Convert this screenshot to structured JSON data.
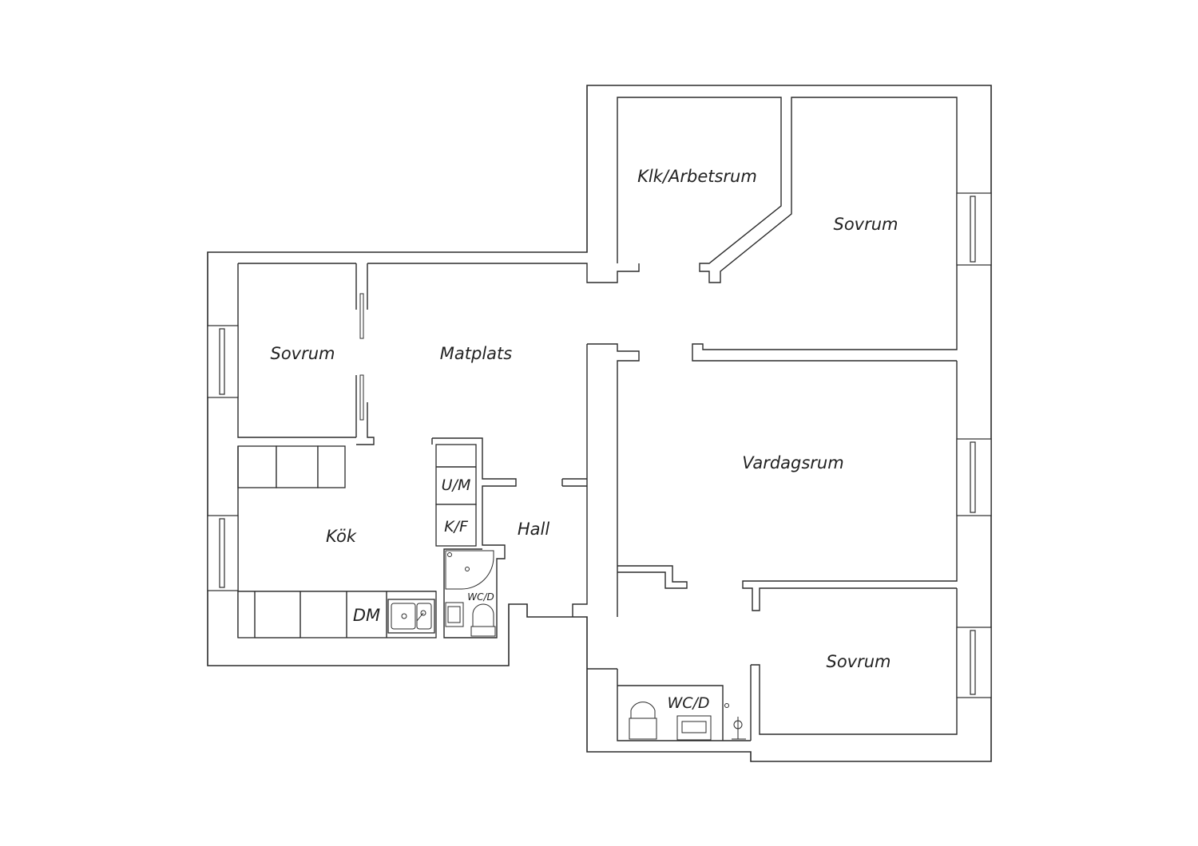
{
  "rooms": {
    "klk_arbetsrum": "Klk/Arbetsrum",
    "sovrum_top_right": "Sovrum",
    "sovrum_left": "Sovrum",
    "matplats": "Matplats",
    "vardagsrum": "Vardagsrum",
    "um": "U/M",
    "kf": "K/F",
    "hall": "Hall",
    "kok": "Kök",
    "dm": "DM",
    "wcd_small": "WC/D",
    "wcd_bottom": "WC/D",
    "sovrum_bottom_right": "Sovrum"
  },
  "colors": {
    "line": "#2b2b2b",
    "stove": "#3a3a3a"
  }
}
